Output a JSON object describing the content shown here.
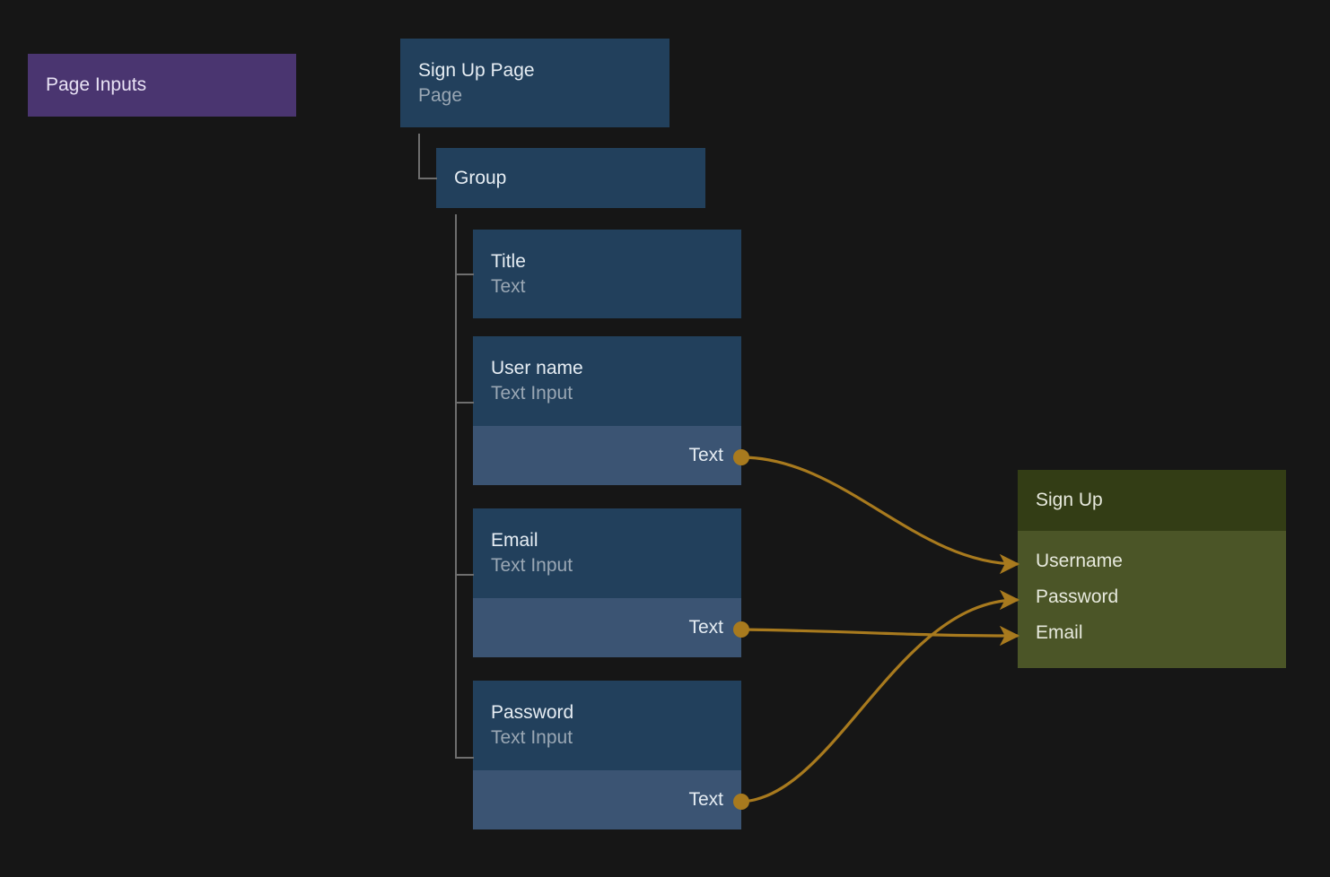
{
  "background_color": "#161616",
  "legend": {
    "label": "Page Inputs",
    "color": "#4a3570"
  },
  "colors": {
    "node_header_blue": "#22405c",
    "node_port_blue": "#3b5473",
    "output_header_green": "#333d15",
    "output_body_green": "#4b5527",
    "edge_gold": "#a87a1e",
    "tree_line": "#6e6e6e",
    "title_text": "#e6edf3",
    "subtitle_text": "#9aa7b4"
  },
  "tree": {
    "root": {
      "title": "Sign Up Page",
      "subtitle": "Page"
    },
    "group": {
      "title": "Group",
      "subtitle": ""
    },
    "children": [
      {
        "title": "Title",
        "subtitle": "Text",
        "port": null
      },
      {
        "title": "User name",
        "subtitle": "Text Input",
        "port": "Text"
      },
      {
        "title": "Email",
        "subtitle": "Text Input",
        "port": "Text"
      },
      {
        "title": "Password",
        "subtitle": "Text Input",
        "port": "Text"
      }
    ]
  },
  "output_node": {
    "title": "Sign Up",
    "inputs": [
      {
        "label": "Username"
      },
      {
        "label": "Password"
      },
      {
        "label": "Email"
      }
    ]
  },
  "connections": [
    {
      "from": "User name.Text",
      "to": "Sign Up.Username"
    },
    {
      "from": "Email.Text",
      "to": "Sign Up.Email"
    },
    {
      "from": "Password.Text",
      "to": "Sign Up.Password"
    }
  ]
}
